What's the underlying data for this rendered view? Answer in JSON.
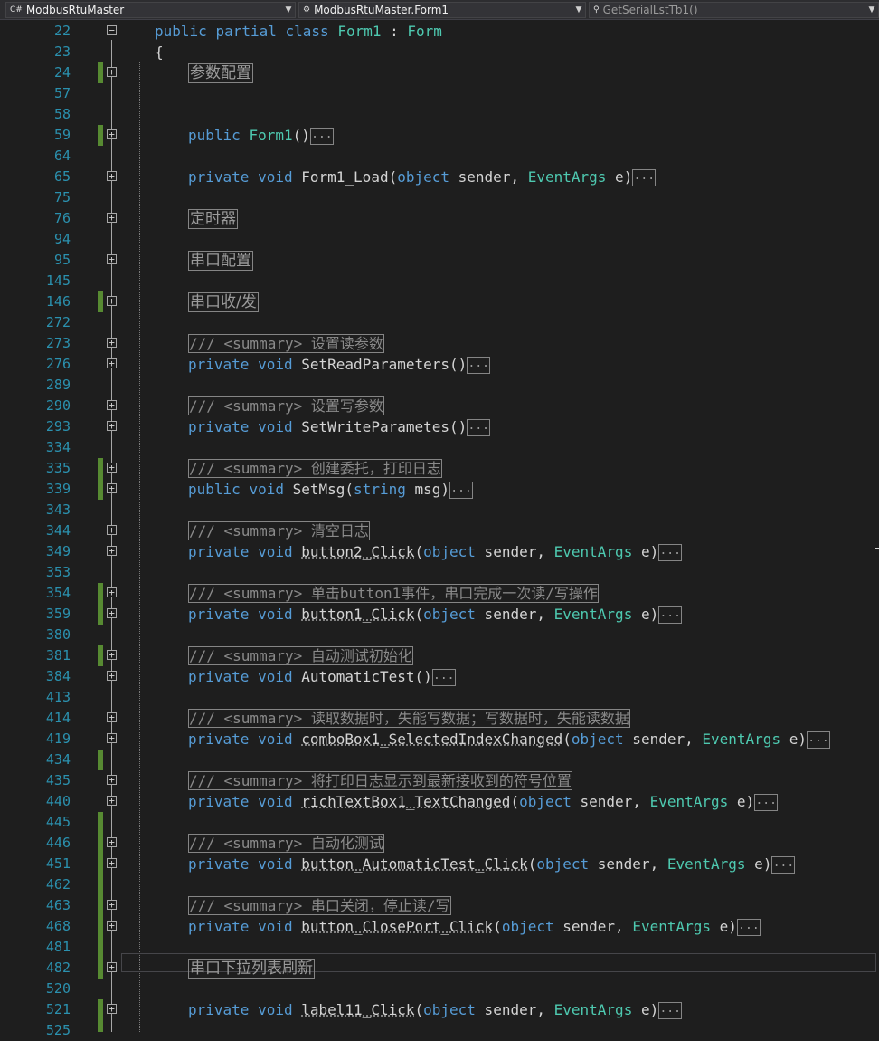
{
  "navbar": {
    "project": "ModbusRtuMaster",
    "class": "ModbusRtuMaster.Form1",
    "member": "GetSerialLstTb1()",
    "project_icon": "csharp-project-icon",
    "class_icon": "class-icon",
    "member_icon": "method-icon"
  },
  "lines": {
    "l22": "22",
    "l23": "23",
    "l24": "24",
    "l57": "57",
    "l58": "58",
    "l59": "59",
    "l64": "64",
    "l65": "65",
    "l75": "75",
    "l76": "76",
    "l94": "94",
    "l95": "95",
    "l145": "145",
    "l146": "146",
    "l272": "272",
    "l273": "273",
    "l276": "276",
    "l289": "289",
    "l290": "290",
    "l293": "293",
    "l334": "334",
    "l335": "335",
    "l339": "339",
    "l343": "343",
    "l344": "344",
    "l349": "349",
    "l353": "353",
    "l354": "354",
    "l359": "359",
    "l380": "380",
    "l381": "381",
    "l384": "384",
    "l413": "413",
    "l414": "414",
    "l419": "419",
    "l434": "434",
    "l435": "435",
    "l440": "440",
    "l445": "445",
    "l446": "446",
    "l451": "451",
    "l462": "462",
    "l463": "463",
    "l468": "468",
    "l481": "481",
    "l482": "482",
    "l520": "520",
    "l521": "521",
    "l525": "525"
  },
  "code": {
    "kw_public": "public",
    "kw_partial": "partial",
    "kw_class": "class",
    "kw_private": "private",
    "kw_void": "void",
    "kw_object": "object",
    "kw_string": "string",
    "class_name": "Form1",
    "colon": " : ",
    "base_class": "Form",
    "open_brace": "{",
    "eventargs": "EventArgs",
    "sender": " sender, ",
    "e_param": " e)",
    "ellipsis": "...",
    "summary_prefix": "/// <summary> ",
    "region_params": "参数配置",
    "ctor": "Form1",
    "ctor_parens": "()",
    "form_load": "Form1_Load",
    "region_timer": "定时器",
    "region_serial_cfg": "串口配置",
    "region_serial_rxtx": "串口收/发",
    "sum_set_read": "设置读参数",
    "m_set_read": "SetReadParameters",
    "sum_set_write": "设置写参数",
    "m_set_write": "SetWriteParametes",
    "sum_delegate": "创建委托，打印日志",
    "m_set_msg": "SetMsg",
    "msg_param": " msg)",
    "sum_clear_log": "清空日志",
    "m_button2": "button2_Click",
    "sum_button1": "单击button1事件，串口完成一次读/写操作",
    "m_button1": "button1_Click",
    "sum_auto_init": "自动测试初始化",
    "m_auto_test": "AutomaticTest",
    "sum_combo": "读取数据时，失能写数据；写数据时，失能读数据",
    "m_combo": "comboBox1_SelectedIndexChanged",
    "sum_rich": "将打印日志显示到最新接收到的符号位置",
    "m_rich": "richTextBox1_TextChanged",
    "sum_auto": "自动化测试",
    "m_btn_auto": "button_AutomaticTest_Click",
    "sum_close": "串口关闭，停止读/写",
    "m_btn_close": "button_ClosePort_Click",
    "region_dropdown": "串口下拉列表刷新",
    "m_label11": "label11_Click"
  }
}
